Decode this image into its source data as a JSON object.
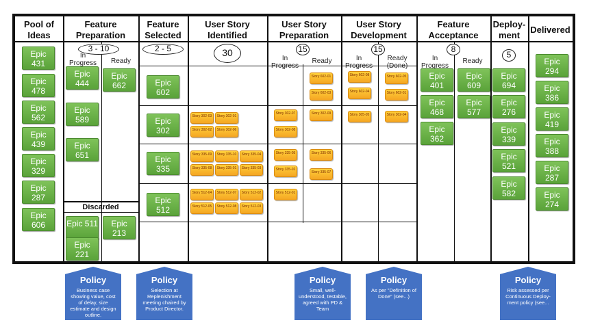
{
  "columns": [
    {
      "title": "Pool of Ideas"
    },
    {
      "title": "Feature Preparation"
    },
    {
      "title": "Feature Selected"
    },
    {
      "title": "User Story Identified"
    },
    {
      "title": "User Story Preparation"
    },
    {
      "title": "User Story Development"
    },
    {
      "title": "Feature Acceptance"
    },
    {
      "title": "Deploy-ment"
    },
    {
      "title": "Delivered"
    }
  ],
  "wip": {
    "feature_preparation": "3 - 10",
    "feature_selected": "2 - 5",
    "story_identified": "30",
    "story_preparation": "15",
    "story_development": "15",
    "feature_acceptance": "8",
    "deployment": "5"
  },
  "sublabels": {
    "in_progress": "In Progress",
    "ready": "Ready",
    "ready_done": "Ready (Done)",
    "discarded": "Discarded"
  },
  "pool_epics": [
    "Epic 431",
    "Epic 478",
    "Epic 562",
    "Epic 439",
    "Epic 329",
    "Epic 287",
    "Epic 606"
  ],
  "prep_in_progress": [
    "Epic 444",
    "Epic 589",
    "Epic 651"
  ],
  "prep_ready": [
    "Epic 662"
  ],
  "discarded_epics": [
    "Epic 511",
    "Epic 213",
    "Epic 221"
  ],
  "selected_epics": [
    "Epic 602",
    "Epic 302",
    "Epic 335",
    "Epic 512"
  ],
  "acceptance_in_progress": [
    "Epic 401",
    "Epic 468",
    "Epic 362"
  ],
  "acceptance_ready": [
    "Epic 609",
    "Epic 577"
  ],
  "deployment_epics": [
    "Epic 694",
    "Epic 276",
    "Epic 339",
    "Epic 521",
    "Epic 582"
  ],
  "delivered_epics": [
    "Epic 294",
    "Epic 386",
    "Epic 419",
    "Epic 388",
    "Epic 287",
    "Epic 274"
  ],
  "stories": {
    "identified": {
      "302": [
        "Story 302-03",
        "Story 302-01",
        "Story 302-02",
        "Story 302-06"
      ],
      "335": [
        "Story 335-09",
        "Story 335-10",
        "Story 335-04",
        "Story 335-08",
        "Story 335-01",
        "Story 335-03"
      ],
      "512": [
        "Story 512-04",
        "Story 512-07",
        "Story 512-02",
        "Story 512-05",
        "Story 512-08",
        "Story 512-03"
      ]
    },
    "prep_in_progress": {
      "302": [
        "Story 302-07",
        "Story 302-08"
      ],
      "335": [
        "Story 335-05",
        "Story 335-02"
      ],
      "512": [
        "Story 512-01"
      ]
    },
    "prep_ready": {
      "602": [
        "Story 602-01",
        "Story 602-03"
      ],
      "302": [
        "Story 302-09"
      ],
      "335": [
        "Story 335-06",
        "Story 335-07"
      ]
    },
    "dev_in_progress": {
      "602": [
        "Story 602-08",
        "Story 602-04"
      ],
      "302": [
        "Story 305-05"
      ]
    },
    "dev_done": {
      "602": [
        "Story 602-05",
        "Story 602-01"
      ],
      "302": [
        "Story 302-04"
      ]
    }
  },
  "policies": [
    {
      "title": "Policy",
      "text": "Business case showing value, cost of delay, size estimate and design outline."
    },
    {
      "title": "Policy",
      "text": "Selection at Replenishment meeting chaired by Product Director."
    },
    {
      "title": "Policy",
      "text": "Small, well-understood, testable, agreed with PD & Team"
    },
    {
      "title": "Policy",
      "text": "As per \"Definition of Done\" (see...)"
    },
    {
      "title": "Policy",
      "text": "Risk assessed per Continuous Deploy-ment policy (see..."
    }
  ]
}
